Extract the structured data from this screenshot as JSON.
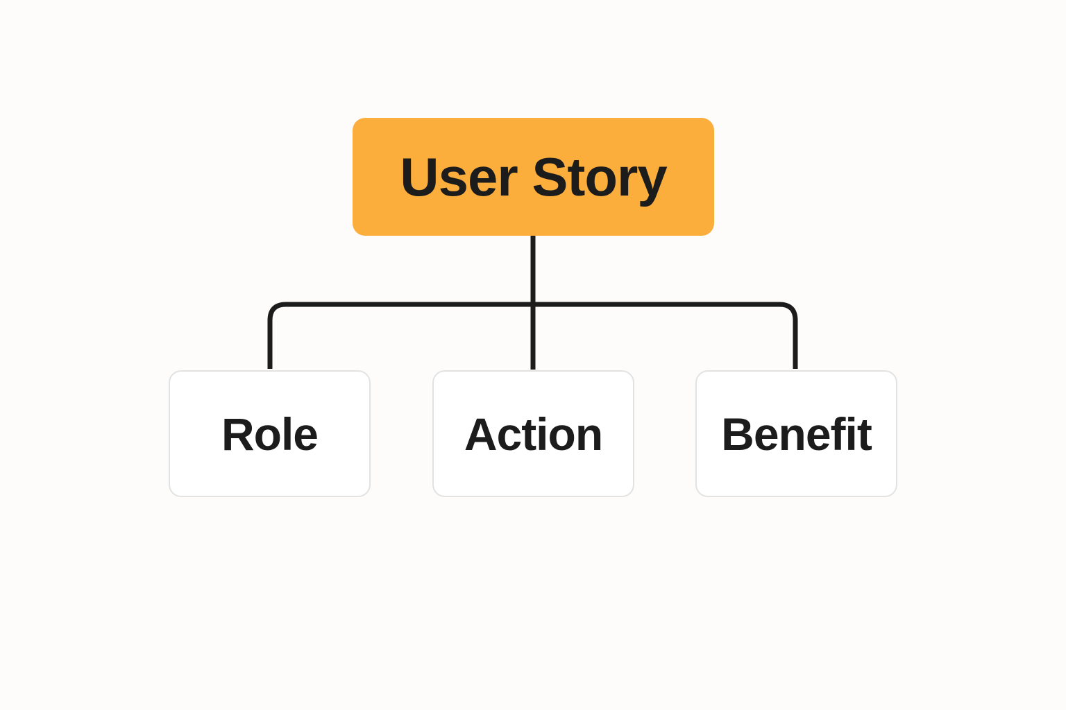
{
  "colors": {
    "background": "#fdfcfa",
    "root_fill": "#fbae3c",
    "connector": "#1c1c1c",
    "child_fill": "#ffffff",
    "child_border": "#e2e2e2",
    "text": "#1c1c1c"
  },
  "diagram": {
    "root": {
      "label": "User Story"
    },
    "children": [
      {
        "label": "Role"
      },
      {
        "label": "Action"
      },
      {
        "label": "Benefit"
      }
    ]
  }
}
